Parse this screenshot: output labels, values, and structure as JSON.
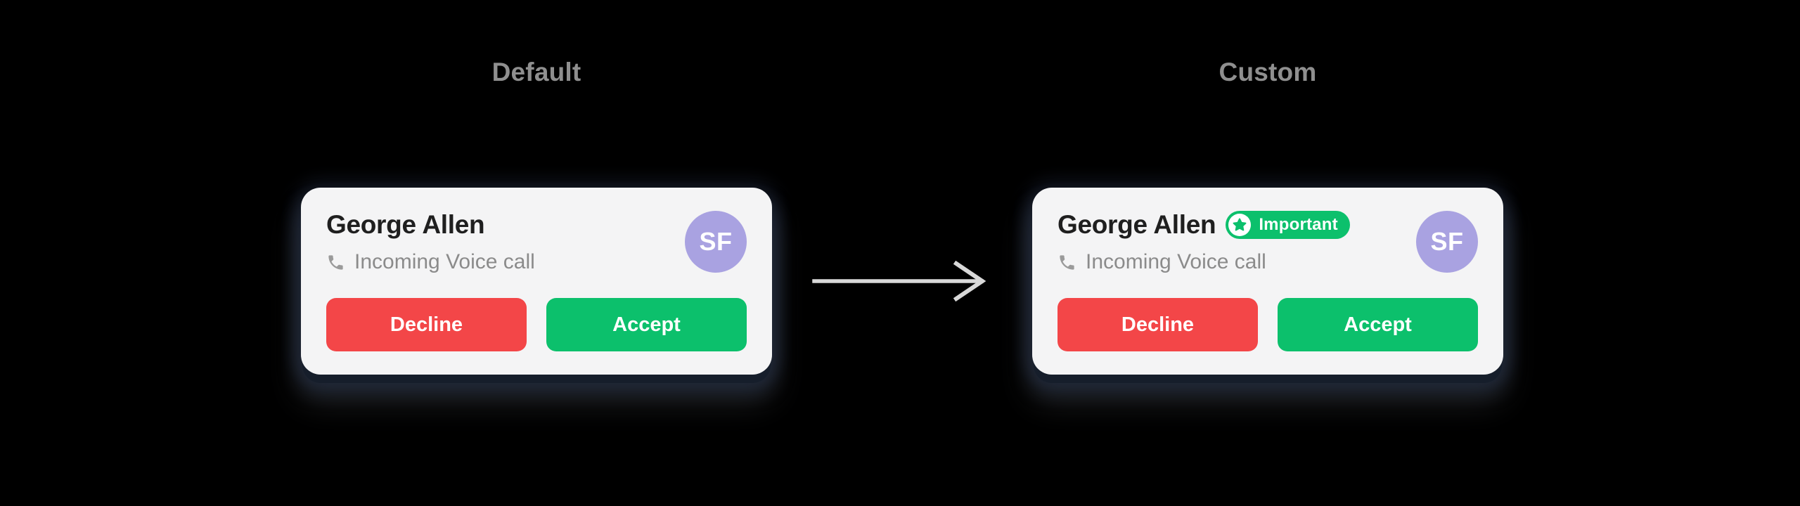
{
  "canvas": {
    "background": "#000000"
  },
  "colors": {
    "card_background": "#f4f4f5",
    "section_title_gray": "#8f8f8f",
    "caller_name_text": "#1f1f1f",
    "status_text_gray": "#8b8b8b",
    "decline_red": "#f34648",
    "accept_green": "#0cc06c",
    "badge_green": "#0cc06c",
    "avatar_purple": "#a9a2e1",
    "arrow_gray": "#d8d8d8",
    "under_shadow_navy": "#161e2b"
  },
  "icons": {
    "phone": "phone-icon",
    "star": "star-icon",
    "arrow": "arrow-right-icon"
  },
  "sections": [
    {
      "title": "Default",
      "card": {
        "caller_name": "George Allen",
        "call_status": "Incoming Voice call",
        "avatar_initials": "SF",
        "decline_label": "Decline",
        "accept_label": "Accept"
      }
    },
    {
      "title": "Custom",
      "card": {
        "caller_name": "George Allen",
        "badge_label": "Important",
        "call_status": "Incoming Voice call",
        "avatar_initials": "SF",
        "decline_label": "Decline",
        "accept_label": "Accept"
      }
    }
  ]
}
